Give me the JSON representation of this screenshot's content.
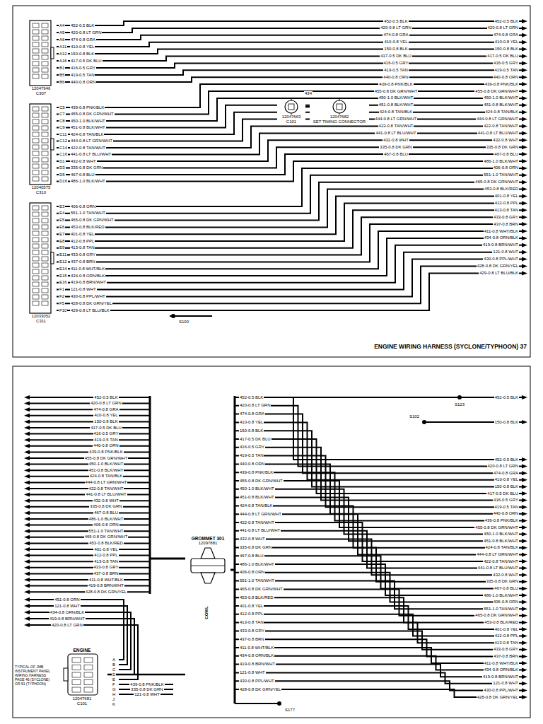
{
  "diagram": {
    "caption": "ENGINE WIRING HARNESS (SYCLONE/TYPHOON) 37",
    "nodes": [
      {
        "text": [
          "12047946",
          "C307"
        ]
      },
      {
        "text": [
          "12040575",
          "C310"
        ]
      },
      {
        "text": [
          "12033052",
          "C311"
        ]
      },
      {
        "text": [
          "12047663",
          "C101"
        ]
      },
      {
        "text": [
          "12047682",
          "SET TIMING CONNECTOR"
        ]
      },
      {
        "text": [
          "GROMMET 301",
          "12097881"
        ]
      },
      {
        "text": [
          "ENGINE",
          "12047681",
          "C101"
        ]
      }
    ],
    "edges": [
      {
        "from": 3,
        "to": 4,
        "arrow": "none"
      },
      {
        "from": 6,
        "to": 5,
        "arrow": "none"
      }
    ],
    "labels": [
      "452-0.5 BLK",
      "420-0.8 LT GRN",
      "474-0.8 GRA",
      "410-0.8 YEL",
      "150-0.8 BLK",
      "417-0.5 DK BLU",
      "416-0.5 GRY",
      "419-0.5 TAN",
      "440-0.8 ORN",
      "439-0.8 PNK/BLK",
      "455-0.8 DK GRN/WHT",
      "450-1.0 BLK/WHT",
      "451-0.8 BLK/WHT",
      "424-0.8 TAN/BLK",
      "444-0.8 LT GRN/WHT",
      "422-0.8 TAN/WHT",
      "441-0.8 LT BLU/WHT",
      "432-0.8 WHT",
      "335-0.8 DK GRN",
      "467-0.8 BLU",
      "486-1.0 BLK/WHT",
      "406-0.8 ORN",
      "551-1.0 TAN/WHT",
      "465-0.8 DK GRN/WHT",
      "453-0.8 BLK/RED",
      "401-0.8 YEL",
      "412-0.8 PPL",
      "413-0.8 TAN",
      "433-0.8 GRY",
      "437-0.8 BRN",
      "411-0.8 WHT/BLK",
      "434-0.8 ORN/BLK",
      "419-0.8 BRN/WHT",
      "121-0.8 WHT",
      "430-0.8 PPL/WHT",
      "428-0.8 DK GRN/YEL",
      "429-0.8 LT BLU/BLK",
      "452-0.5 BLK",
      "420-0.8 LT GRN",
      "474-0.8 GRA",
      "410-0.8 YEL",
      "150-0.8 BLK",
      "417-0.5 DK BLU",
      "416-0.5 GRY",
      "419-0.5 TAN",
      "440-0.8 ORN",
      "439-0.8 PNK/BLK",
      "455-0.8 DK GRN/WHT",
      "450-1.0 BLK/WHT",
      "451-0.8 BLK/WHT",
      "424-0.8 TAN/BLK",
      "444-0.8 LT GRN/WHT",
      "422-0.8 TAN/WHT",
      "441-0.8 LT BLU/WHT",
      "432-0.8 WHT",
      "335-0.8 DK GRN",
      "467-0.8 BLU",
      "A4",
      "A5",
      "A6",
      "A11",
      "A12",
      "A16",
      "B1",
      "B5",
      "B6",
      "C5",
      "C7",
      "C8",
      "C9",
      "C11",
      "C12",
      "C14",
      "C16",
      "D1",
      "D3",
      "D5",
      "D16",
      "E3",
      "E4",
      "E5",
      "E6",
      "E7",
      "E8",
      "E9",
      "E11",
      "E12",
      "E14",
      "E15",
      "E16",
      "F1",
      "F2",
      "F5",
      "F10",
      "452-0.5 BLK",
      "420-0.8 LT GRN",
      "474-0.8 GRA",
      "410-0.8 YEL",
      "150-0.8 BLK",
      "417-0.5 DK BLU",
      "416-0.5 GRY",
      "419-0.5 TAN",
      "440-0.8 ORN",
      "439-0.8 PNK/BLK",
      "455-0.8 DK GRN/WHT",
      "450-1.0 BLK/WHT",
      "451-0.8 BLK/WHT",
      "424-0.8 TAN/BLK",
      "444-0.8 LT GRN/WHT",
      "422-0.8 TAN/WHT",
      "441-0.8 LT BLU/WHT",
      "432-0.8 WHT",
      "335-0.8 DK GRN",
      "467-0.8 BLU",
      "486-1.0 BLK/WHT",
      "406-0.8 ORN",
      "551-1.0 TAN/WHT",
      "465-0.8 DK GRN/WHT",
      "453-0.8 BLK/RED",
      "401-0.8 YEL",
      "412-0.8 PPL",
      "413-0.8 TAN",
      "433-0.8 GRY",
      "437-0.8 BRN",
      "411-0.8 WHT/BLK",
      "434-0.8 ORN/BLK",
      "419-0.8 BRN/WHT",
      "121-0.8 WHT",
      "430-0.8 PPL/WHT",
      "428-0.8 DK GRN/YEL",
      "429-0.8 LT BLU/BLK",
      "434",
      "S100",
      "452-0.5 BLK",
      "420-0.8 LT GRN",
      "474-0.8 GRA",
      "410-0.8 YEL",
      "150-0.8 BLK",
      "417-0.5 DK BLU",
      "416-0.5 GRY",
      "419-0.5 TAN",
      "440-0.8 ORN",
      "439-0.8 PNK/BLK",
      "455-0.8 DK GRN/WHT",
      "450-1.0 BLK/WHT",
      "451-0.8 BLK/WHT",
      "424-0.8 TAN/BLK",
      "444-0.8 LT GRN/WHT",
      "422-0.8 TAN/WHT",
      "441-0.8 LT BLU/WHT",
      "432-0.8 WHT",
      "335-0.8 DK GRN",
      "467-0.8 BLU",
      "486-1.0 BLK/WHT",
      "406-0.8 ORN",
      "551-1.0 TAN/WHT",
      "465-0.8 DK GRN/WHT",
      "453-0.8 BLK/RED",
      "401-0.8 YEL",
      "412-0.8 PPL",
      "413-0.8 TAN",
      "433-0.8 GRY",
      "437-0.8 BRN",
      "411-0.8 WHT/BLK",
      "419-0.8 BRN/WHT",
      "428-0.8 DK GRN/YEL",
      "451-0.8 ORN",
      "121-0.8 WHT",
      "434-0.8 ORN/BLK",
      "419-0.8 BRN/WHT",
      "420-0.8 LT GRN",
      "A",
      "B",
      "C",
      "D",
      "E",
      "F",
      "G",
      "H",
      "J",
      "K",
      "439-0.8 PNK/BLK",
      "335-0.8 DK GRN",
      "121-0.8 WHT",
      "TYPICAL OF JMB INSTRUMENT PANEL WIRING HARNESS PAGE 46 (SYCLONE) OR 51 (TYPHOON)",
      "452-0.5 BLK",
      "420-0.8 LT GRN",
      "474-0.8 GRA",
      "410-0.8 YEL",
      "150-0.8 BLK",
      "417-0.5 DK BLU",
      "416-0.5 GRY",
      "419-0.5 TAN",
      "440-0.8 ORN",
      "439-0.8 PNK/BLK",
      "455-0.8 DK GRN/WHT",
      "450-1.0 BLK/WHT",
      "451-0.8 BLK/WHT",
      "424-0.8 TAN/BLK",
      "444-0.8 LT GRN/WHT",
      "422-0.8 TAN/WHT",
      "441-0.8 LT BLU/WHT",
      "432-0.8 WHT",
      "335-0.8 DK GRN",
      "467-0.8 BLU",
      "486-1.0 BLK/WHT",
      "406-0.8 ORN",
      "551-1.0 TAN/WHT",
      "465-0.8 DK GRN/WHT",
      "453-0.8 BLK/RED",
      "401-0.8 YEL",
      "412-0.8 PPL",
      "413-0.8 TAN",
      "433-0.8 GRY",
      "437-0.8 BRN",
      "411-0.8 WHT/BLK",
      "434-0.8 ORN/BLK",
      "419-0.8 BRN/WHT",
      "121-0.8 WHT",
      "430-0.8 PPL/WHT",
      "428-0.8 DK GRN/YEL",
      "452-0.5 BLK",
      "420-0.8 LT GRN",
      "474-0.8 GRA",
      "410-0.8 YEL",
      "150-0.8 BLK",
      "417-0.5 DK BLU",
      "416-0.5 GRY",
      "419-0.5 TAN",
      "440-0.8 ORN",
      "439-0.8 PNK/BLK",
      "455-0.8 DK GRN/WHT",
      "450-1.0 BLK/WHT",
      "451-0.8 BLK/WHT",
      "424-0.8 TAN/BLK",
      "444-0.8 LT GRN/WHT",
      "422-0.8 TAN/WHT",
      "441-0.8 LT BLU/WHT",
      "432-0.8 WHT",
      "335-0.8 DK GRN",
      "467-0.8 BLU",
      "486-1.0 BLK/WHT",
      "406-0.8 ORN",
      "551-1.0 TAN/WHT",
      "465-0.8 DK GRN/WHT",
      "453-0.8 BLK/RED",
      "401-0.8 YEL",
      "412-0.8 PPL",
      "413-0.8 TAN",
      "433-0.8 GRY",
      "437-0.8 BRN",
      "411-0.8 WHT/BLK",
      "434-0.8 ORN/BLK",
      "419-0.8 BRN/WHT",
      "121-0.8 WHT",
      "430-0.8 PPL/WHT",
      "428-0.8 DK GRN/YEL",
      "452-0.5 BLK",
      "150-0.8 BLK",
      "S123",
      "S102",
      "S177",
      "COWL"
    ]
  }
}
